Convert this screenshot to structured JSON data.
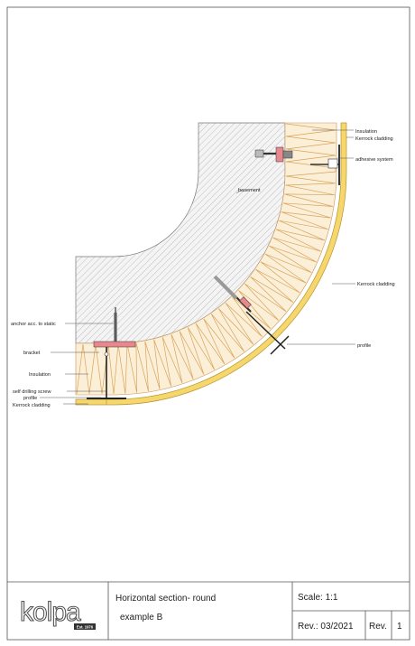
{
  "drawing": {
    "labels": {
      "insulation_top": "Insulation",
      "kerrock_top": "Kerrock cladding",
      "adhesive": "adhesive system",
      "basement": "basement",
      "kerrock_right": "Kerrock cladding",
      "profile_right": "profile",
      "anchor": "anchor acc. to static",
      "bracket": "bracket",
      "insulation_left": "Insulation",
      "screw": "self drilling screw",
      "profile_left": "profile",
      "kerrock_left": "Kerrock cladding"
    }
  },
  "title_block": {
    "logo": "kolpa",
    "logo_sub": "Est. 1976",
    "title_line1": "Horizontal section- round",
    "title_line2": "example B",
    "scale": "Scale: 1:1",
    "revision_date": "Rev.: 03/2021",
    "revision_label": "Rev.",
    "revision_number": "1"
  },
  "colors": {
    "cladding": "#f5d76e",
    "insulation": "#fbefd8",
    "insulation_zigzag": "#d9a35a",
    "bracket_pink": "#e8888c",
    "line": "#333333"
  }
}
